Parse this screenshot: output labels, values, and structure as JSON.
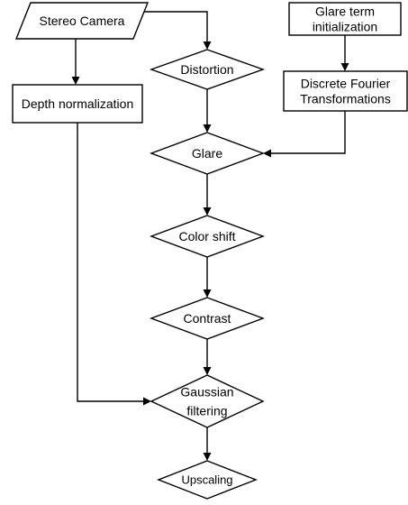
{
  "diagram": {
    "nodes": {
      "stereo_camera": {
        "shape": "parallelogram",
        "lines": [
          "Stereo Camera"
        ]
      },
      "glare_init": {
        "shape": "rectangle",
        "lines": [
          "Glare term",
          "initialization"
        ]
      },
      "distortion": {
        "shape": "diamond",
        "lines": [
          "Distortion"
        ]
      },
      "dft": {
        "shape": "rectangle",
        "lines": [
          "Discrete Fourier",
          "Transformations"
        ]
      },
      "depth_norm": {
        "shape": "rectangle",
        "lines": [
          "Depth normalization"
        ]
      },
      "glare": {
        "shape": "diamond",
        "lines": [
          "Glare"
        ]
      },
      "color_shift": {
        "shape": "diamond",
        "lines": [
          "Color shift"
        ]
      },
      "contrast": {
        "shape": "diamond",
        "lines": [
          "Contrast"
        ]
      },
      "gaussian": {
        "shape": "diamond",
        "lines": [
          "Gaussian",
          "filtering"
        ]
      },
      "upscaling": {
        "shape": "diamond",
        "lines": [
          "Upscaling"
        ]
      }
    },
    "edges": [
      {
        "from": "stereo_camera",
        "to": "distortion"
      },
      {
        "from": "stereo_camera",
        "to": "depth_norm"
      },
      {
        "from": "glare_init",
        "to": "dft"
      },
      {
        "from": "distortion",
        "to": "glare"
      },
      {
        "from": "dft",
        "to": "glare"
      },
      {
        "from": "glare",
        "to": "color_shift"
      },
      {
        "from": "color_shift",
        "to": "contrast"
      },
      {
        "from": "contrast",
        "to": "gaussian"
      },
      {
        "from": "depth_norm",
        "to": "gaussian"
      },
      {
        "from": "gaussian",
        "to": "upscaling"
      }
    ]
  }
}
